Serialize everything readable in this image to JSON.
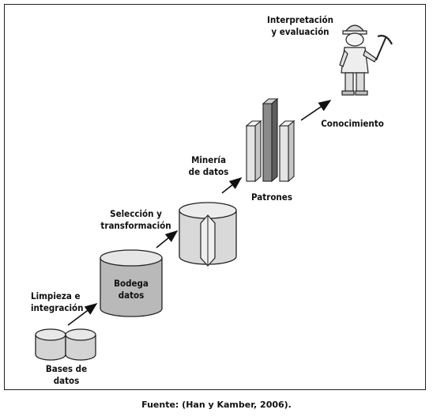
{
  "stages": {
    "bases": {
      "line1": "Bases de",
      "line2": "datos"
    },
    "limpieza": {
      "line1": "Limpieza e",
      "line2": "integración"
    },
    "bodega": {
      "line1": "Bodega",
      "line2": "datos"
    },
    "seleccion": {
      "line1": "Selección y",
      "line2": "transformación"
    },
    "mineria": {
      "line1": "Minería",
      "line2": "de datos"
    },
    "patrones": {
      "label": "Patrones"
    },
    "conocimiento": {
      "label": "Conocimiento"
    },
    "interpretacion": {
      "line1": "Interpretación",
      "line2": "y evaluación"
    }
  },
  "caption": "Fuente: (Han y Kamber, 2006).",
  "colors": {
    "light_gray": "#e6e6e6",
    "mid_gray": "#b9b9b9",
    "dark_gray": "#7a7a7a",
    "outline": "#222222"
  }
}
